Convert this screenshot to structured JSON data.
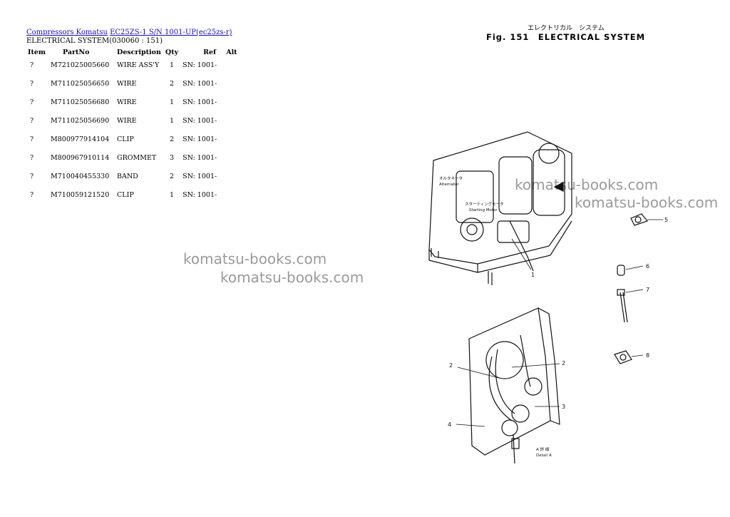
{
  "breadcrumb": {
    "link1": "Compressors Komatsu",
    "link2": "EC25ZS-1 S/N 1001-UP(ec25zs-r)"
  },
  "subtitle": "ELECTRICAL SYSTEM(030060 : 151)",
  "table": {
    "headers": {
      "item": "Item",
      "partno": "PartNo",
      "description": "Description",
      "qty": "Qty",
      "ref": "Ref",
      "alt": "Alt"
    },
    "rows": [
      {
        "item": "?",
        "partno": "M721025005660",
        "description": "WIRE ASS'Y",
        "qty": "1",
        "ref": "SN: 1001-"
      },
      {
        "item": "?",
        "partno": "M711025056650",
        "description": "WIRE",
        "qty": "2",
        "ref": "SN: 1001-"
      },
      {
        "item": "?",
        "partno": "M711025056680",
        "description": "WIRE",
        "qty": "1",
        "ref": "SN: 1001-"
      },
      {
        "item": "?",
        "partno": "M711025056690",
        "description": "WIRE",
        "qty": "1",
        "ref": "SN: 1001-"
      },
      {
        "item": "?",
        "partno": "M800977914104",
        "description": "CLIP",
        "qty": "2",
        "ref": "SN: 1001-"
      },
      {
        "item": "?",
        "partno": "M800967910114",
        "description": "GROMMET",
        "qty": "3",
        "ref": "SN: 1001-"
      },
      {
        "item": "?",
        "partno": "M710040455330",
        "description": "BAND",
        "qty": "2",
        "ref": "SN: 1001-"
      },
      {
        "item": "?",
        "partno": "M710059121520",
        "description": "CLIP",
        "qty": "1",
        "ref": "SN: 1001-"
      }
    ]
  },
  "watermarks": [
    "komatsu-books.com",
    "komatsu-books.com",
    "komatsu-books.com",
    "komatsu-books.com"
  ],
  "figure": {
    "japanese_title": "エレクトリカル　システム",
    "title": "Fig. 151　ELECTRICAL SYSTEM",
    "labels": {
      "alternator_jp": "オルタネータ",
      "alternator": "Alternator",
      "starting_motor_jp": "スターティングモータ",
      "starting_motor": "Starting  Motor",
      "detail_jp": "A 詳 細",
      "detail": "Detail  A",
      "callouts": [
        "1",
        "2",
        "2",
        "3",
        "4",
        "5",
        "6",
        "7",
        "8"
      ]
    }
  }
}
